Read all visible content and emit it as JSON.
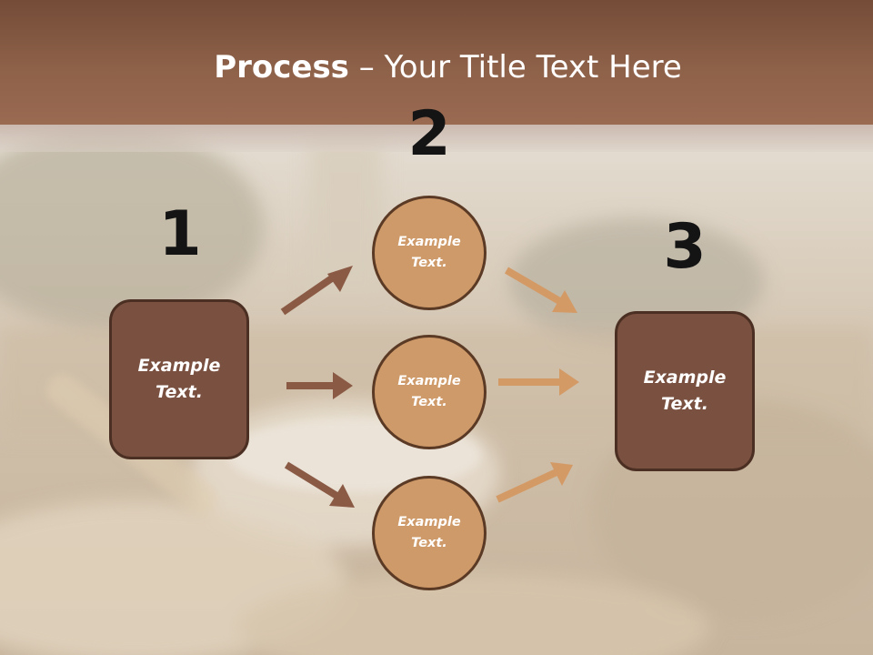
{
  "title": {
    "bold": "Process",
    "rest": " – Your Title Text Here"
  },
  "steps": {
    "one": "1",
    "two": "2",
    "three": "3"
  },
  "left_box": {
    "label": "Example\nText."
  },
  "right_box": {
    "label": "Example\nText."
  },
  "circles": [
    {
      "label": "Example\nText."
    },
    {
      "label": "Example\nText."
    },
    {
      "label": "Example\nText."
    }
  ],
  "colors": {
    "title_bar": "#8e6149",
    "box_fill": "#7a5040",
    "circle_fill": "#cf9a69",
    "arrow_dark": "#8a5a45",
    "arrow_light": "#d49a66"
  }
}
